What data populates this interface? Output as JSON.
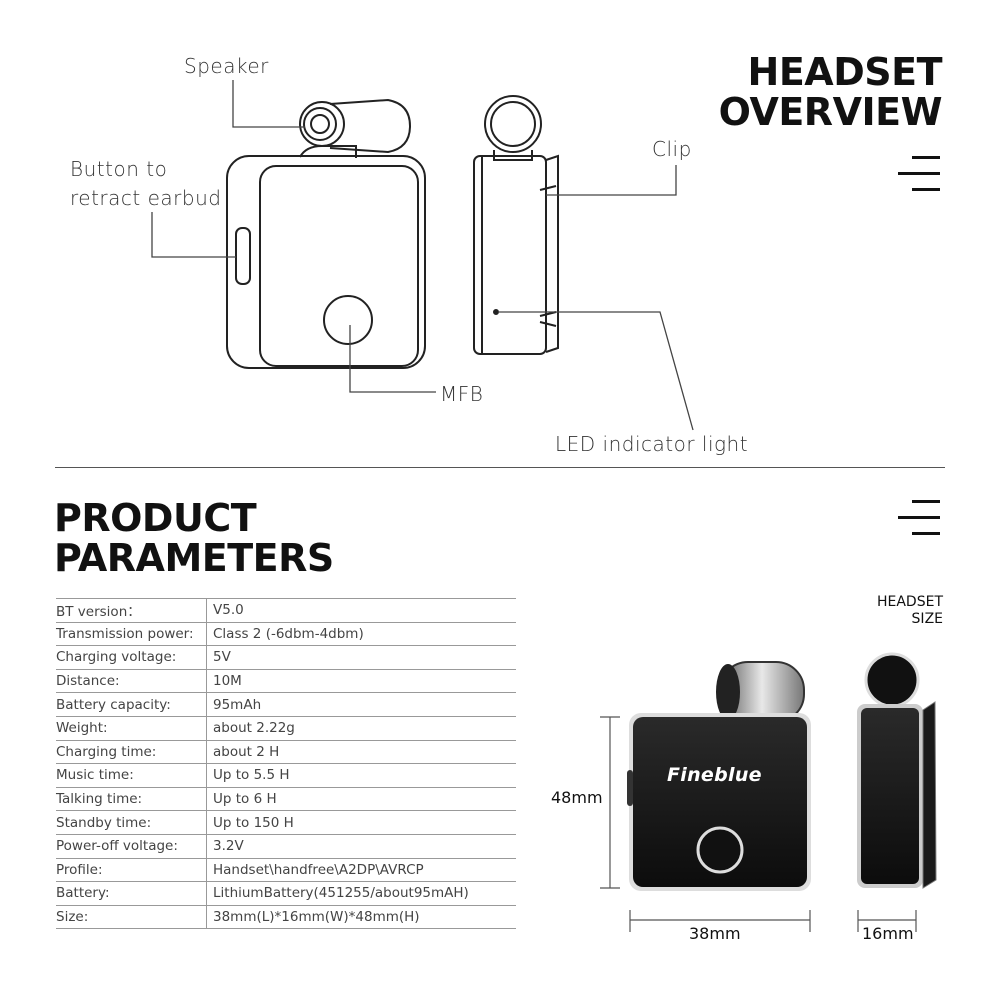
{
  "overview": {
    "title_line1": "HEADSET",
    "title_line2": "OVERVIEW",
    "labels": {
      "speaker": "Speaker",
      "button_line1": "Button to",
      "button_line2": "retract earbud",
      "clip": "Clip",
      "mfb": "MFB",
      "led": "LED indicator light"
    }
  },
  "parameters": {
    "title_line1": "PRODUCT",
    "title_line2": "PARAMETERS",
    "rows": [
      {
        "key": "BT version：",
        "value": "V5.0"
      },
      {
        "key": "Transmission power:",
        "value": "Class 2 (-6dbm-4dbm)"
      },
      {
        "key": "Charging voltage:",
        "value": "5V"
      },
      {
        "key": "Distance:",
        "value": "10M"
      },
      {
        "key": "Battery capacity:",
        "value": "95mAh"
      },
      {
        "key": "Weight:",
        "value": "about 2.22g"
      },
      {
        "key": "Charging time:",
        "value": "about 2 H"
      },
      {
        "key": "Music time:",
        "value": "Up to 5.5 H"
      },
      {
        "key": "Talking time:",
        "value": "Up to 6 H"
      },
      {
        "key": "Standby time:",
        "value": "Up to 150 H"
      },
      {
        "key": "Power-off voltage:",
        "value": "3.2V"
      },
      {
        "key": "Profile:",
        "value": "Handset\\handfree\\A2DP\\AVRCP"
      },
      {
        "key": "Battery:",
        "value": "LithiumBattery(451255/about95mAH)"
      },
      {
        "key": "Size:",
        "value": "38mm(L)*16mm(W)*48mm(H)"
      }
    ]
  },
  "size": {
    "title_line1": "HEADSET",
    "title_line2": "SIZE",
    "brand": "Fineblue",
    "height": "48mm",
    "width": "38mm",
    "depth": "16mm"
  }
}
